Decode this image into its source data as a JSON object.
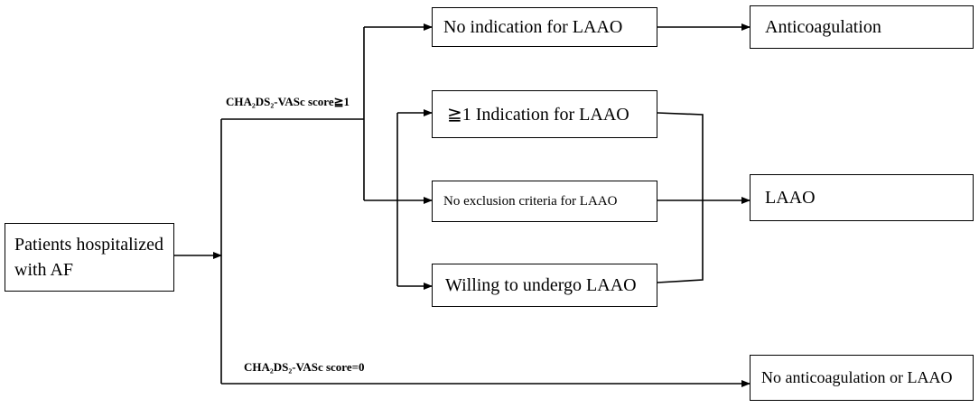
{
  "nodes": {
    "patients": "Patients hospitalized with  AF",
    "no_indication": "No indication for LAAO",
    "anticoagulation": "Anticoagulation",
    "indication": "≧1 Indication for LAAO",
    "no_exclusion": "No exclusion criteria for LAAO",
    "willing": "Willing to undergo LAAO",
    "laao": "LAAO",
    "no_anticoag": "No anticoagulation or LAAO"
  },
  "edge_labels": {
    "score_ge1": "CHA₂DS₂-VASc score≧1",
    "score_0": "CHA₂DS₂-VASc score=0"
  }
}
